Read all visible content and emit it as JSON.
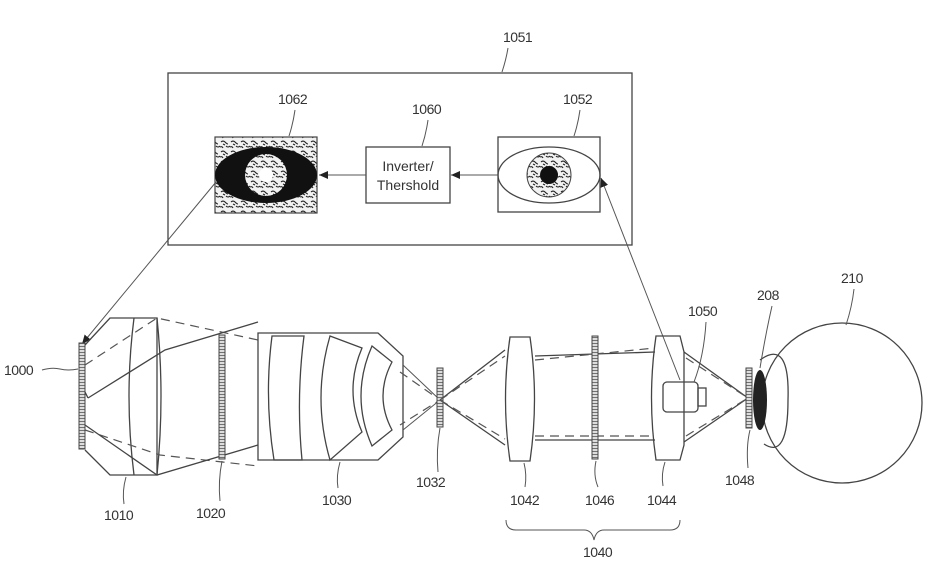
{
  "figure": {
    "labels": {
      "l1051": "1051",
      "l1062": "1062",
      "l1060": "1060",
      "l1052": "1052",
      "l1000": "1000",
      "l1010": "1010",
      "l1020": "1020",
      "l1030": "1030",
      "l1032": "1032",
      "l1042": "1042",
      "l1046": "1046",
      "l1044": "1044",
      "l1040": "1040",
      "l1050": "1050",
      "l1048": "1048",
      "l208": "208",
      "l210": "210"
    },
    "processor_box": {
      "line1": "Inverter/",
      "line2": "Thershold"
    }
  }
}
